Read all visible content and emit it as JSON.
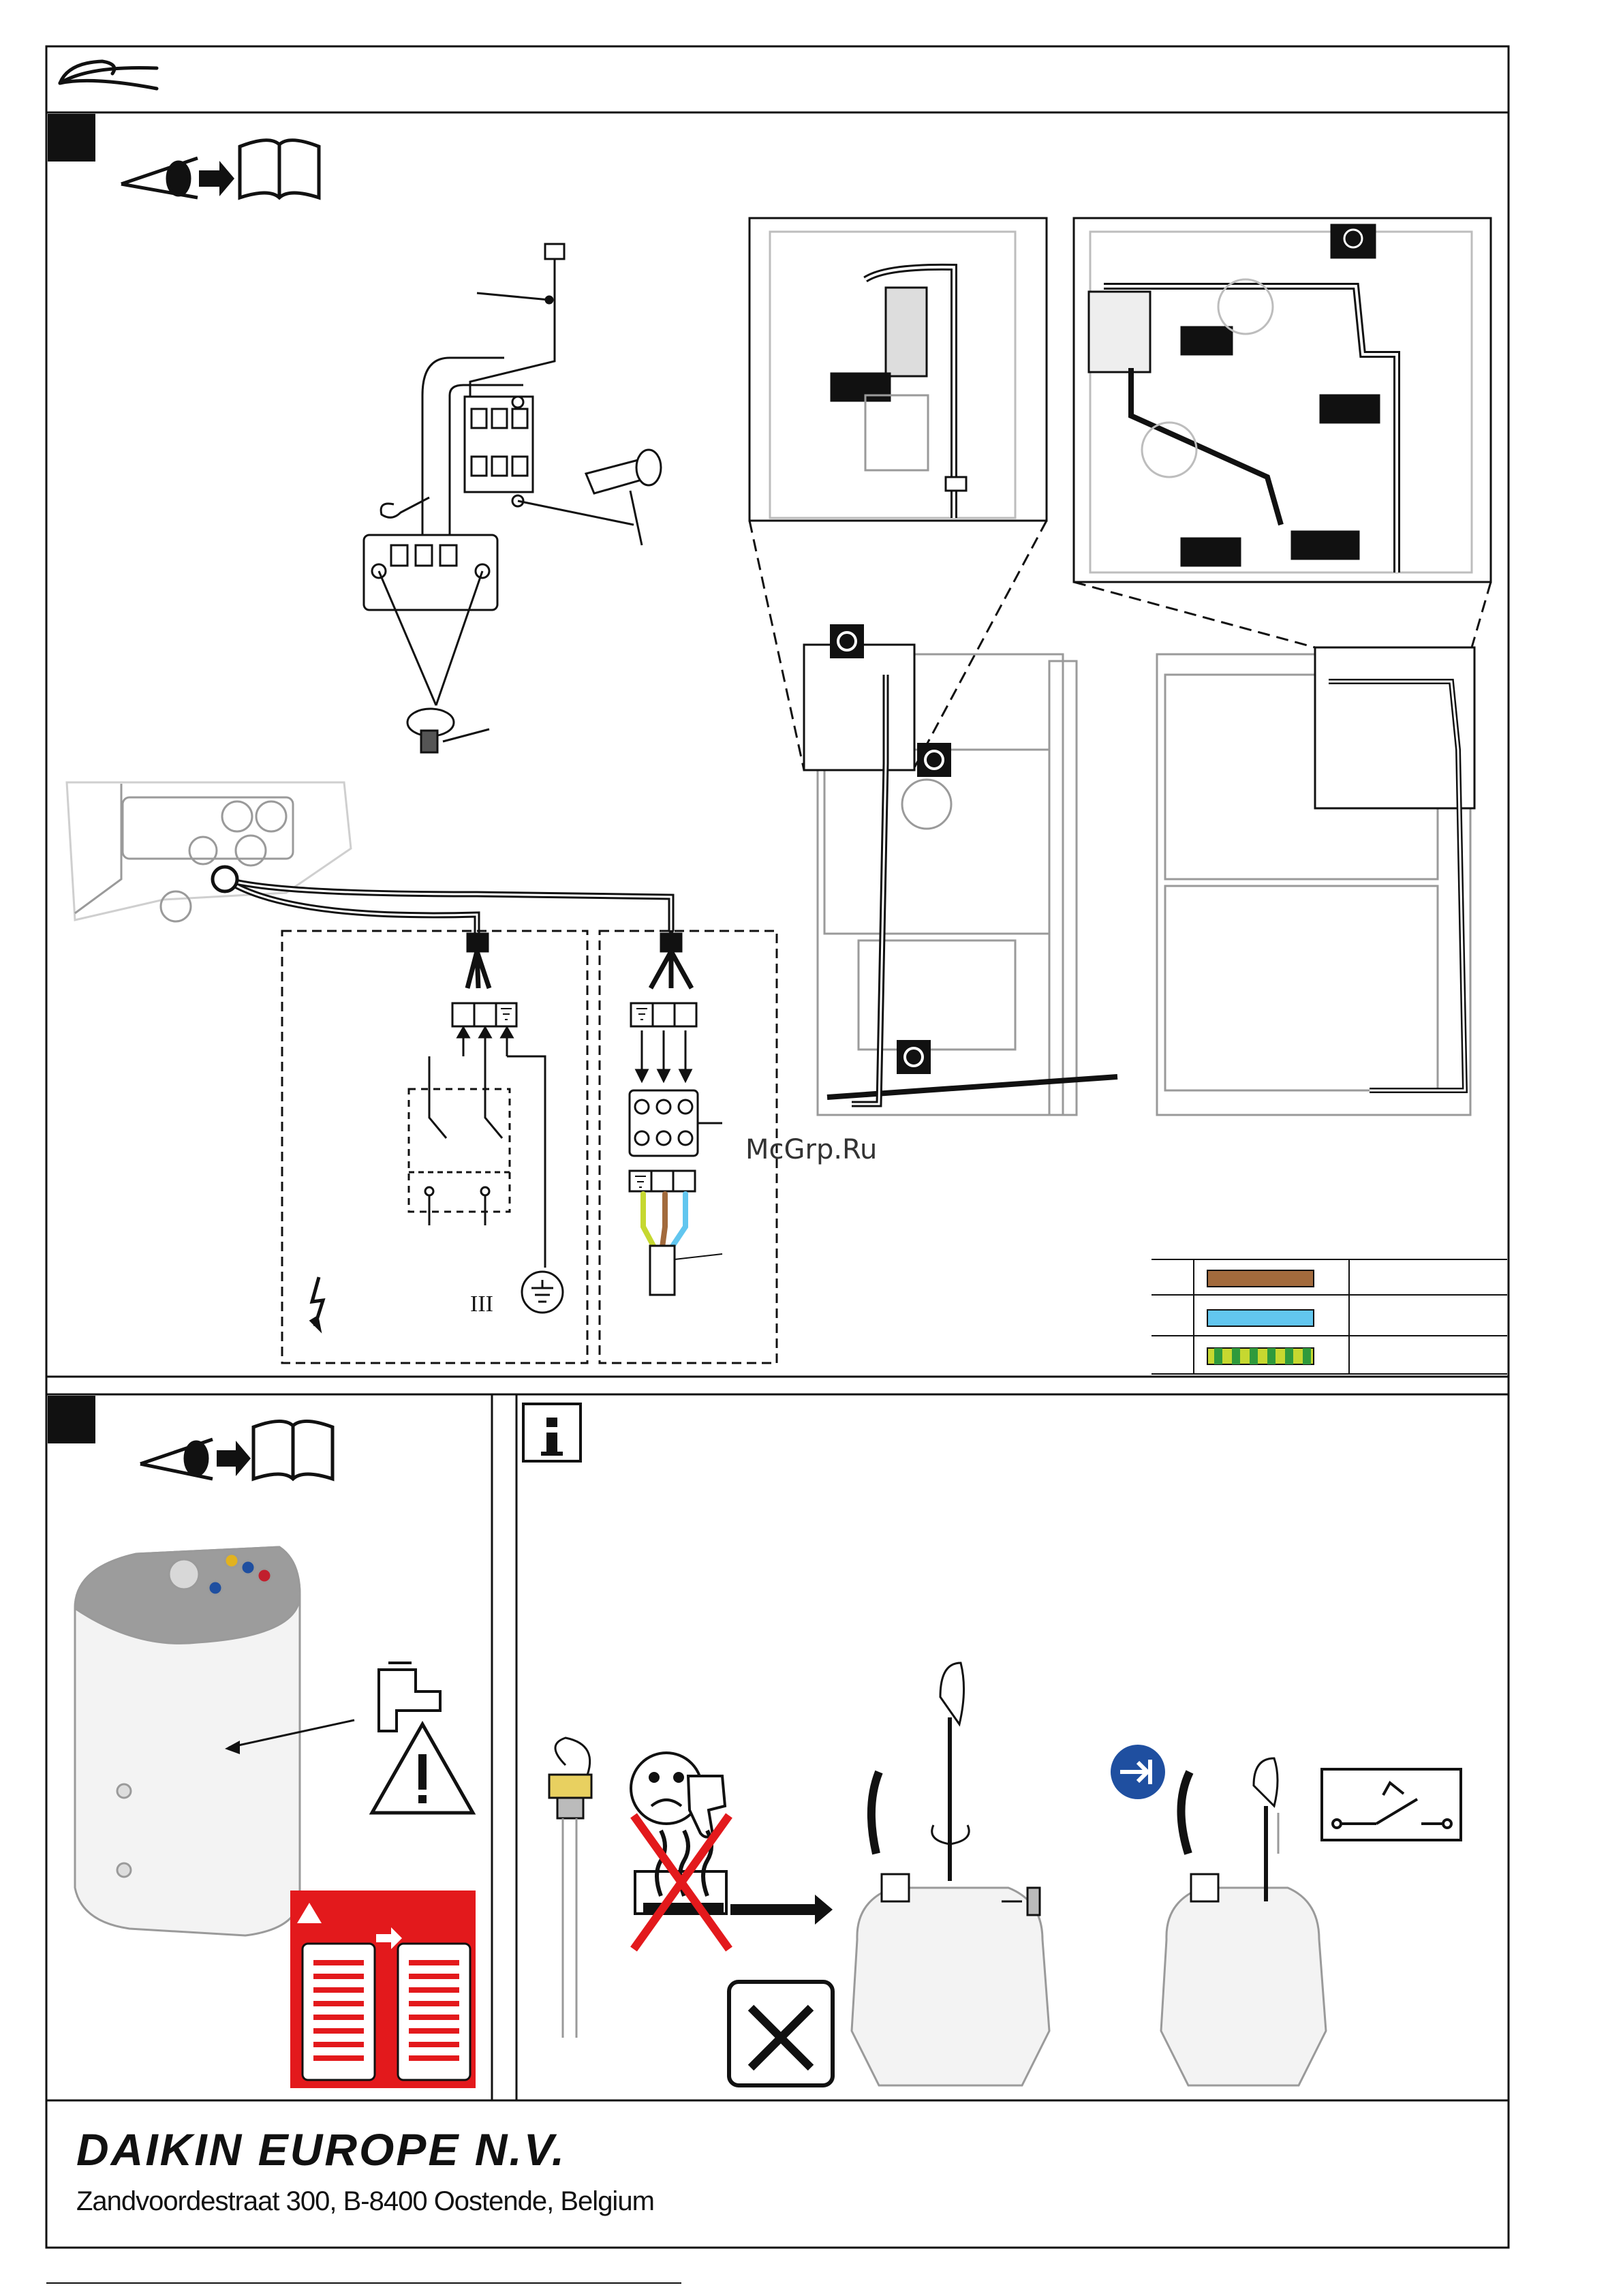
{
  "document": {
    "company": "DAIKIN EUROPE N.V.",
    "address": "Zandvoordestraat 300, B-8400 Oostende, Belgium",
    "watermark": "McGrp.Ru",
    "roman_label": "III"
  },
  "icons": {
    "header": "pliers-icon",
    "read_manual": "eye-book-icon",
    "info": "info-icon",
    "earth": "earth-symbol-icon",
    "cable_tie": "cable-tie-icon",
    "warning": "warning-triangle-icon",
    "lightning": "lightning-icon",
    "tap": "water-tap-icon",
    "sad_face": "sad-face-icon",
    "thumbs_down": "thumbs-down-icon",
    "no_heat": "no-heating-icon",
    "tools": "tools-icon",
    "disconnect": "disconnect-power-icon",
    "switch": "switch-symbol-icon"
  },
  "wire_legend": {
    "colors": [
      "#a26a3c",
      "#62c6ef",
      "#c6d830"
    ],
    "stripe_color": "#2f9a3c"
  },
  "colors": {
    "line": "#111111",
    "diagram_grey": "#9a9a9a",
    "warning_red": "#e3191c"
  }
}
